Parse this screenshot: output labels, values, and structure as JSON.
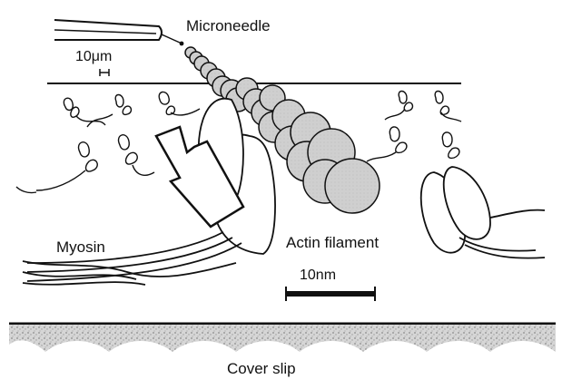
{
  "labels": {
    "microneedle": "Microneedle",
    "needle_scale": "10μm",
    "myosin": "Myosin",
    "actin": "Actin filament",
    "bar_scale": "10nm",
    "cover_slip": "Cover slip"
  },
  "colors": {
    "ink": "#111111",
    "actin_fill": "#cfcfcf",
    "myosin_fill": "#ffffff",
    "glass": "#bdbdbd"
  }
}
